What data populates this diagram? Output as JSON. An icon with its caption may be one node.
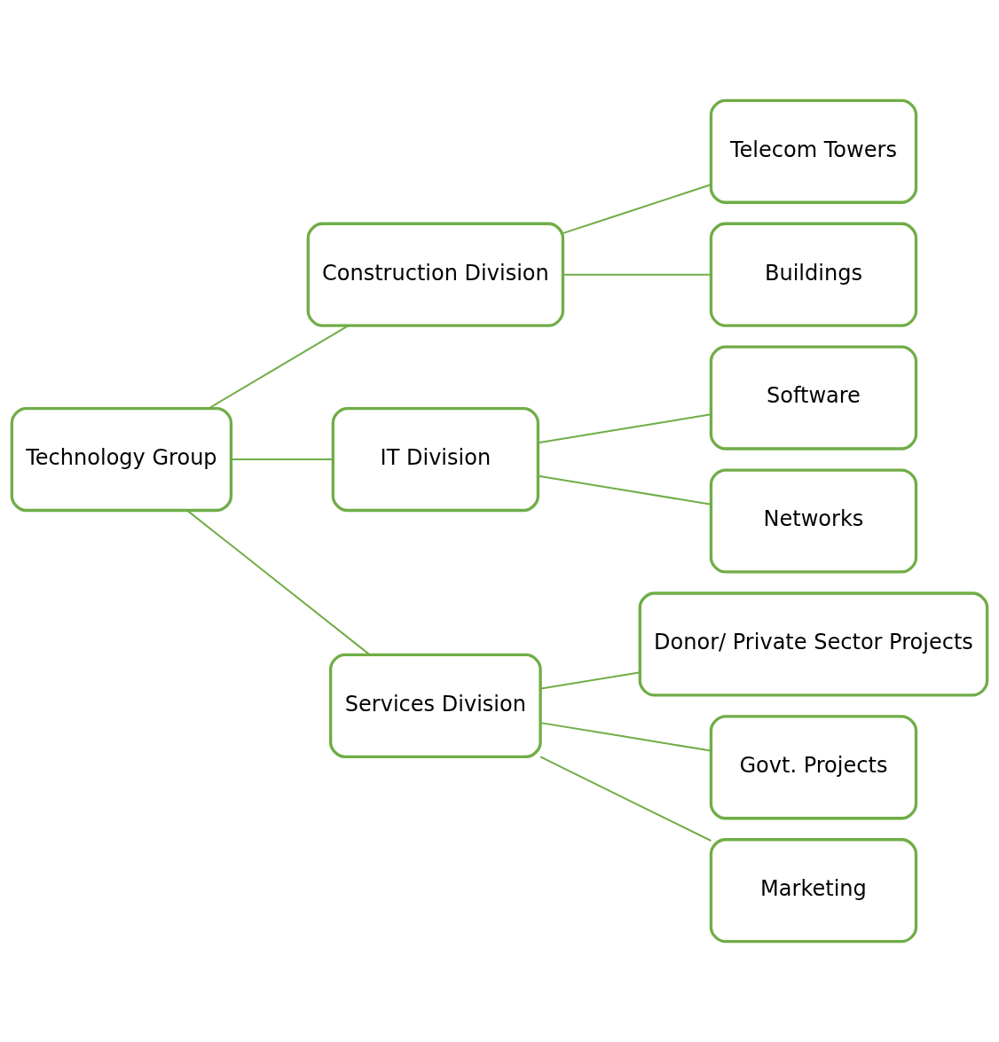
{
  "diagram": {
    "nodes": [
      {
        "text": [
          "Technology Group"
        ]
      },
      {
        "text": [
          "Construction Division"
        ]
      },
      {
        "text": [
          "IT Division"
        ]
      },
      {
        "text": [
          "Services Division"
        ]
      },
      {
        "text": [
          "Telecom Towers"
        ]
      },
      {
        "text": [
          "Buildings"
        ]
      },
      {
        "text": [
          "Software"
        ]
      },
      {
        "text": [
          "Networks"
        ]
      },
      {
        "text": [
          "Donor/ Private Sector Projects"
        ]
      },
      {
        "text": [
          "Govt. Projects"
        ]
      },
      {
        "text": [
          "Marketing"
        ]
      }
    ],
    "edges": [
      {
        "from": 0,
        "to": 1,
        "arrow": "none"
      },
      {
        "from": 0,
        "to": 2,
        "arrow": "none"
      },
      {
        "from": 0,
        "to": 3,
        "arrow": "none"
      },
      {
        "from": 1,
        "to": 4,
        "arrow": "none"
      },
      {
        "from": 1,
        "to": 5,
        "arrow": "none"
      },
      {
        "from": 2,
        "to": 6,
        "arrow": "none"
      },
      {
        "from": 2,
        "to": 7,
        "arrow": "none"
      },
      {
        "from": 3,
        "to": 8,
        "arrow": "none"
      },
      {
        "from": 3,
        "to": 9,
        "arrow": "none"
      },
      {
        "from": 3,
        "to": 10,
        "arrow": "none"
      }
    ]
  }
}
